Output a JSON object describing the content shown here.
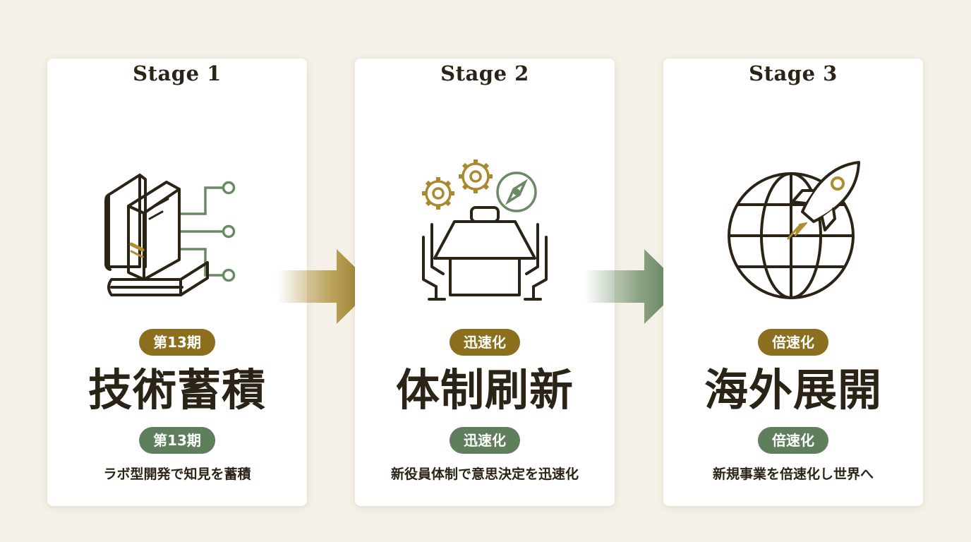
{
  "stages": [
    {
      "title": "Stage 1",
      "icon": "books-circuit-icon",
      "badge_top": "第13期",
      "headline": "技術蓄積",
      "badge_bottom": "第13期",
      "description": "ラボ型開発で知見を蓄積"
    },
    {
      "title": "Stage 2",
      "icon": "meeting-table-gears-icon",
      "badge_top": "迅速化",
      "headline": "体制刷新",
      "badge_bottom": "迅速化",
      "description": "新役員体制で意思決定を迅速化"
    },
    {
      "title": "Stage 3",
      "icon": "globe-rocket-icon",
      "badge_top": "倍速化",
      "headline": "海外展開",
      "badge_bottom": "倍速化",
      "description": "新規事業を倍速化し世界へ"
    }
  ],
  "colors": {
    "background": "#f5f1e8",
    "card": "#ffffff",
    "text_dark": "#2b2316",
    "gold": "#8b6f1e",
    "green": "#5f7e5b"
  }
}
